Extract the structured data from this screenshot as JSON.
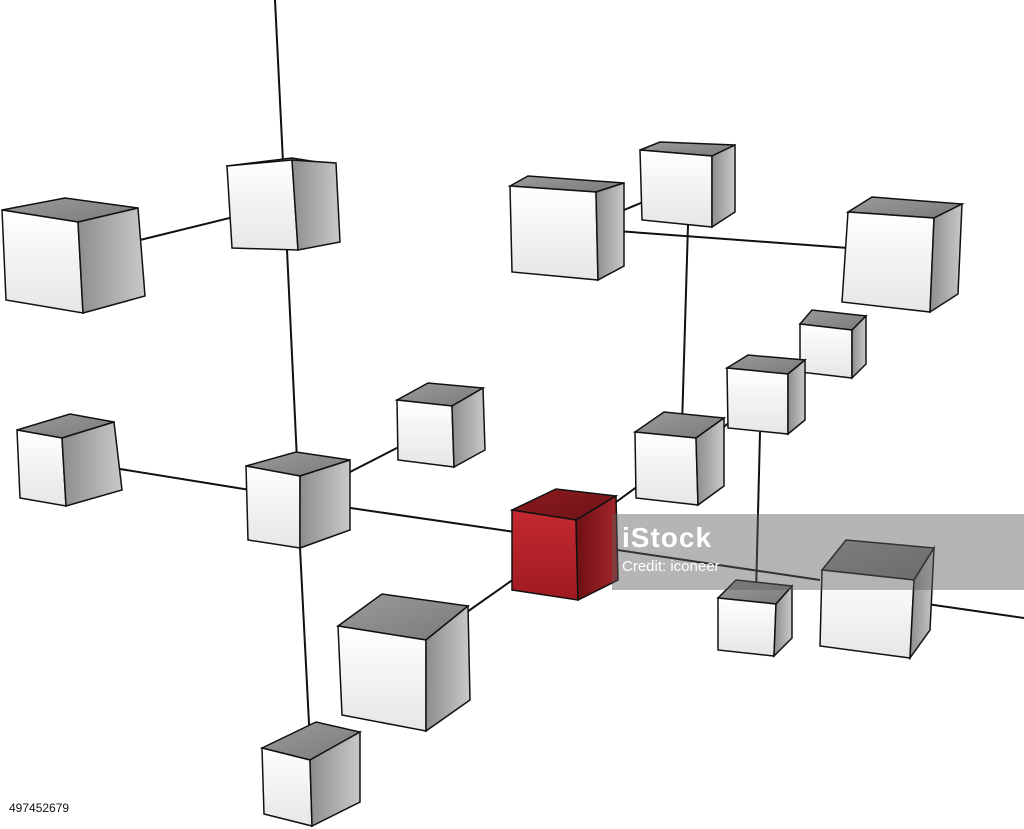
{
  "scene": {
    "description_words": "network of cubes",
    "accent_color": "#b8202a",
    "cube_color": "#f2f2f2"
  },
  "watermark": {
    "brand": "iStock",
    "credit": "Credit: iconeer"
  },
  "image_id": "497452679"
}
